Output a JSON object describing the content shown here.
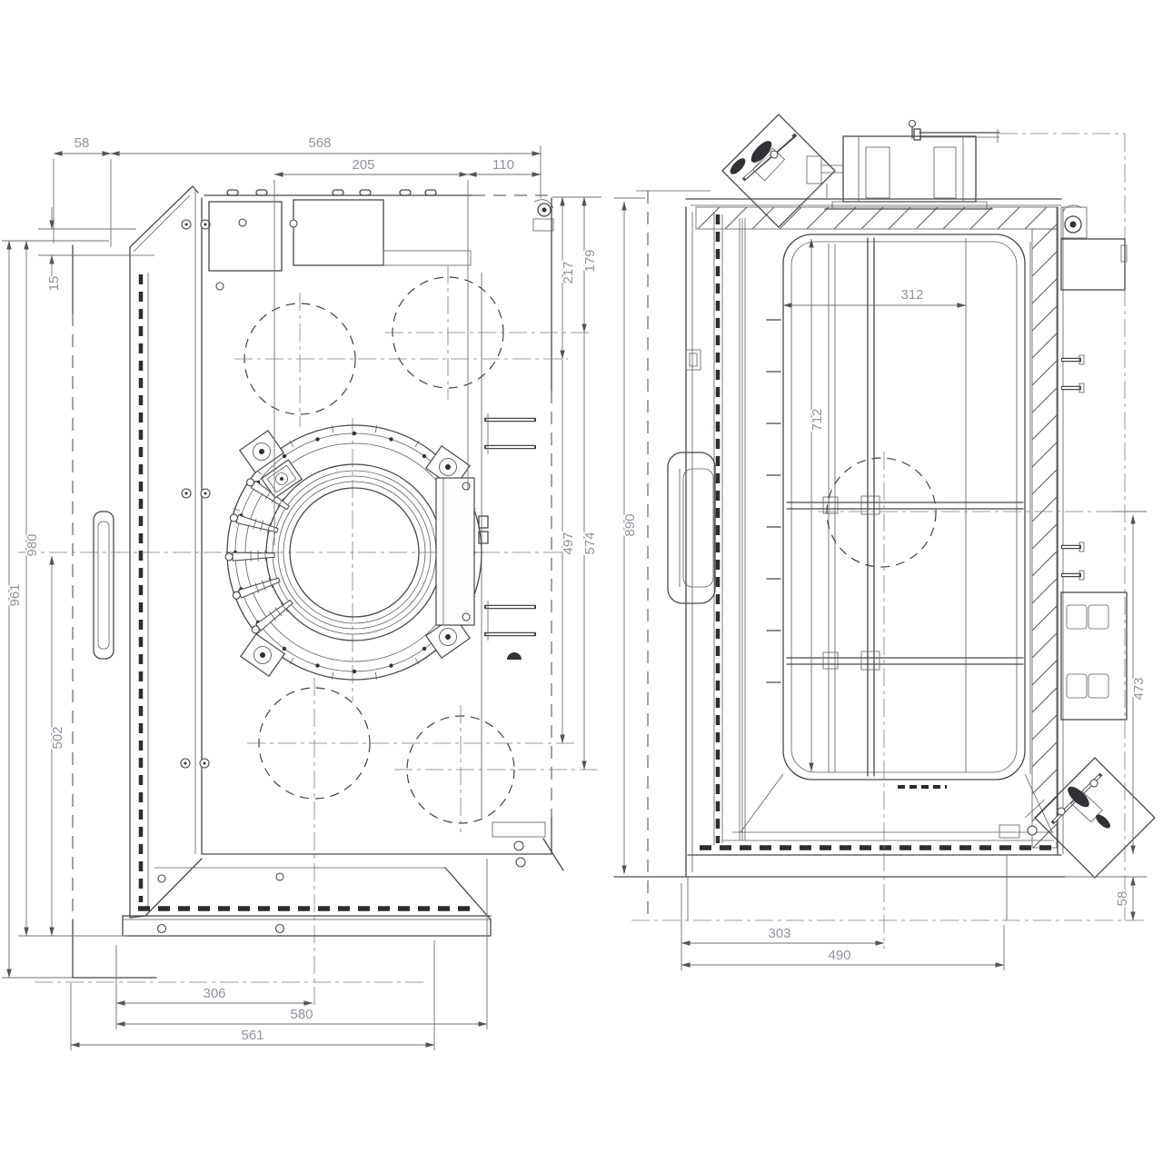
{
  "drawing": {
    "description": "Two-view engineering dimension drawing of a fireplace insert (rear view left, side section view right)",
    "views": {
      "left": "rear-elevation",
      "right": "side-section"
    }
  },
  "dims": {
    "d58_top": "58",
    "d568": "568",
    "d205": "205",
    "d110": "110",
    "d15": "15",
    "d961": "961",
    "d980": "980",
    "d502": "502",
    "d217": "217",
    "d179": "179",
    "d497": "497",
    "d574": "574",
    "d306": "306",
    "d580": "580",
    "d561": "561",
    "d890": "890",
    "d312": "312",
    "d712": "712",
    "d473": "473",
    "d58_right": "58",
    "d303": "303",
    "d490": "490"
  },
  "colors": {
    "part_line": "#45484c",
    "dim_line": "#6d7177",
    "dim_text": "#8f949c",
    "dark_fill": "#2b2d2f",
    "background": "#ffffff"
  }
}
